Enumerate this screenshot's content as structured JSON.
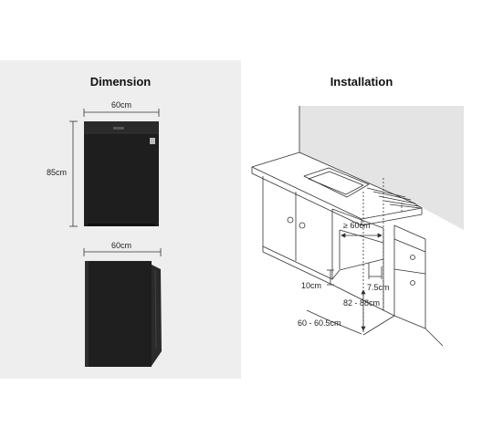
{
  "dimension": {
    "title": "Dimension",
    "front_width": "60cm",
    "front_height": "85cm",
    "side_width": "60cm"
  },
  "installation": {
    "title": "Installation",
    "min_gap": "≥ 60cm",
    "toe_kick_depth": "7.5cm",
    "toe_kick_height": "10cm",
    "height_range": "82 - 88cm",
    "depth_range": "60 - 60.5cm"
  },
  "colors": {
    "appliance": "#1e1e1e",
    "panel_background": "#eeeeee",
    "line": "#333333"
  }
}
